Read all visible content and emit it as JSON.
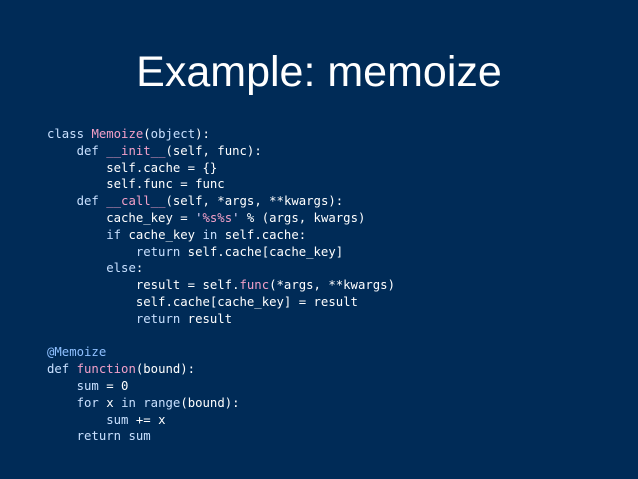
{
  "slide": {
    "title": "Example: memoize"
  },
  "colors": {
    "background": "#002b57",
    "text": "#ffffff",
    "keyword": "#c8e0ff",
    "function_name": "#f2a0c8",
    "string": "#e0d8ff",
    "decorator": "#8fc0ff"
  },
  "code": {
    "lines": [
      [
        {
          "t": "kw",
          "v": "class"
        },
        {
          "t": "plain",
          "v": " "
        },
        {
          "t": "cls",
          "v": "Memoize"
        },
        {
          "t": "plain",
          "v": "("
        },
        {
          "t": "kw",
          "v": "object"
        },
        {
          "t": "plain",
          "v": "):"
        }
      ],
      [
        {
          "t": "plain",
          "v": "    "
        },
        {
          "t": "kw",
          "v": "def"
        },
        {
          "t": "plain",
          "v": " "
        },
        {
          "t": "fn",
          "v": "__init__"
        },
        {
          "t": "plain",
          "v": "(self, func):"
        }
      ],
      [
        {
          "t": "plain",
          "v": "        self.cache = {}"
        }
      ],
      [
        {
          "t": "plain",
          "v": "        self.func = func"
        }
      ],
      [
        {
          "t": "plain",
          "v": "    "
        },
        {
          "t": "kw",
          "v": "def"
        },
        {
          "t": "plain",
          "v": " "
        },
        {
          "t": "fn",
          "v": "__call__"
        },
        {
          "t": "plain",
          "v": "(self, *args, **kwargs):"
        }
      ],
      [
        {
          "t": "plain",
          "v": "        cache_key = "
        },
        {
          "t": "str",
          "v": "'"
        },
        {
          "t": "fmt",
          "v": "%s%s"
        },
        {
          "t": "str",
          "v": "'"
        },
        {
          "t": "plain",
          "v": " % (args, kwargs)"
        }
      ],
      [
        {
          "t": "plain",
          "v": "        "
        },
        {
          "t": "kw",
          "v": "if"
        },
        {
          "t": "plain",
          "v": " cache_key "
        },
        {
          "t": "kw",
          "v": "in"
        },
        {
          "t": "plain",
          "v": " self.cache:"
        }
      ],
      [
        {
          "t": "plain",
          "v": "            "
        },
        {
          "t": "kw",
          "v": "return"
        },
        {
          "t": "plain",
          "v": " self.cache[cache_key]"
        }
      ],
      [
        {
          "t": "plain",
          "v": "        "
        },
        {
          "t": "kw",
          "v": "else"
        },
        {
          "t": "plain",
          "v": ":"
        }
      ],
      [
        {
          "t": "plain",
          "v": "            result = self."
        },
        {
          "t": "fn",
          "v": "func"
        },
        {
          "t": "plain",
          "v": "(*args, **kwargs)"
        }
      ],
      [
        {
          "t": "plain",
          "v": "            self.cache[cache_key] = result"
        }
      ],
      [
        {
          "t": "plain",
          "v": "            "
        },
        {
          "t": "kw",
          "v": "return"
        },
        {
          "t": "plain",
          "v": " result"
        }
      ],
      [
        {
          "t": "plain",
          "v": ""
        }
      ],
      [
        {
          "t": "dec",
          "v": "@Memoize"
        }
      ],
      [
        {
          "t": "kw",
          "v": "def"
        },
        {
          "t": "plain",
          "v": " "
        },
        {
          "t": "fn",
          "v": "function"
        },
        {
          "t": "plain",
          "v": "(bound):"
        }
      ],
      [
        {
          "t": "plain",
          "v": "    "
        },
        {
          "t": "kw",
          "v": "sum"
        },
        {
          "t": "plain",
          "v": " = 0"
        }
      ],
      [
        {
          "t": "plain",
          "v": "    "
        },
        {
          "t": "kw",
          "v": "for"
        },
        {
          "t": "plain",
          "v": " x "
        },
        {
          "t": "kw",
          "v": "in"
        },
        {
          "t": "plain",
          "v": " "
        },
        {
          "t": "kw",
          "v": "range"
        },
        {
          "t": "plain",
          "v": "(bound):"
        }
      ],
      [
        {
          "t": "plain",
          "v": "        "
        },
        {
          "t": "kw",
          "v": "sum"
        },
        {
          "t": "plain",
          "v": " += x"
        }
      ],
      [
        {
          "t": "plain",
          "v": "    "
        },
        {
          "t": "kw",
          "v": "return"
        },
        {
          "t": "plain",
          "v": " "
        },
        {
          "t": "kw",
          "v": "sum"
        }
      ]
    ]
  }
}
